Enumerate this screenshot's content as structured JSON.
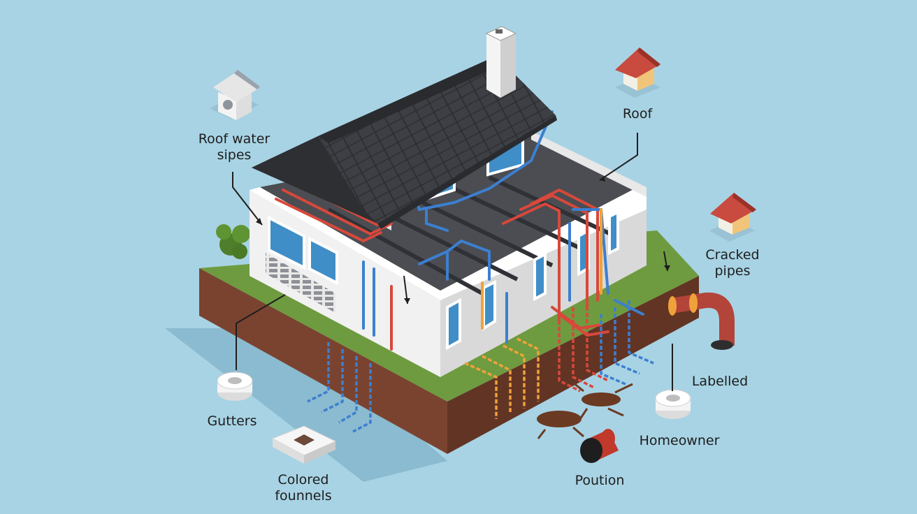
{
  "labels": {
    "roof_water_pipes": "Roof water\nsipes",
    "roof": "Roof",
    "cracked_pipes": "Cracked\npipes",
    "labelled": "Labelled",
    "homeowner": "Homeowner",
    "poution": "Poution",
    "gutters": "Gutters",
    "colored_funnels": "Colored\nfounnels"
  },
  "colors": {
    "background": "#a8d3e4",
    "grass": "#6e9b3f",
    "soil": "#7a4330",
    "wall": "#efefef",
    "roof": "#3d3f44",
    "window": "#3f8ec7",
    "pipe_red": "#d8483b",
    "pipe_blue": "#3c7fd0",
    "pipe_orange": "#f0a23a",
    "rust_pipe": "#b3443a",
    "spill": "#6b3a22"
  },
  "icons": [
    "birdhouse-icon",
    "small-house-icon",
    "gutter-ring-icon",
    "funnel-drain-icon",
    "pipe-segment-icon",
    "elbow-pipe-icon",
    "spill-icon",
    "bush-icon"
  ]
}
